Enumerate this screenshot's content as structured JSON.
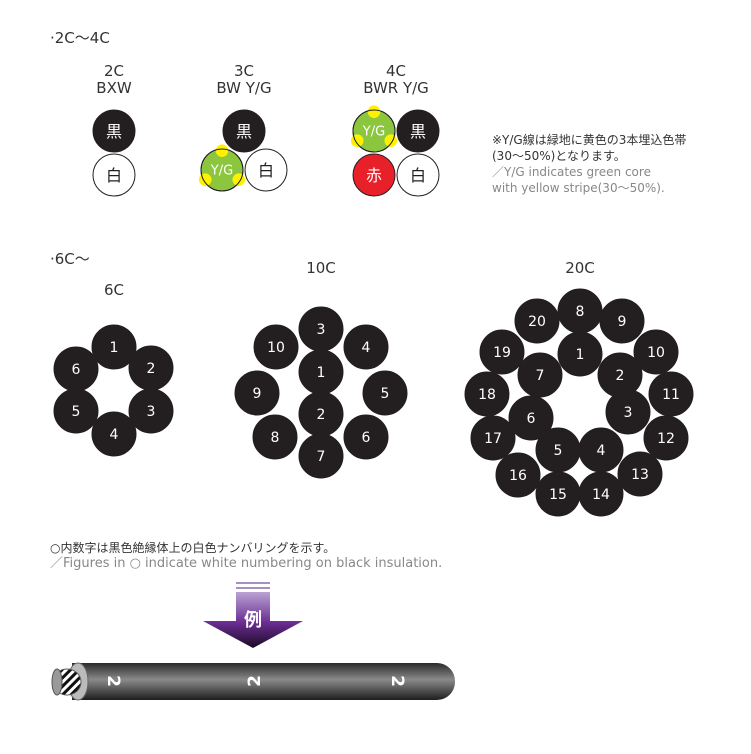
{
  "sections": {
    "small": "·2C〜4C",
    "multi": "·6C〜"
  },
  "small_cables": [
    {
      "name": "2C",
      "code": "BXW",
      "cores": [
        {
          "label": "黒",
          "color": "#231f20"
        },
        {
          "label": "白",
          "color": "#ffffff"
        }
      ]
    },
    {
      "name": "3C",
      "code": "BW Y/G",
      "cores": [
        {
          "label": "黒",
          "color": "#231f20"
        },
        {
          "label": "Y/G",
          "color": "#8cc63f"
        },
        {
          "label": "白",
          "color": "#ffffff"
        }
      ]
    },
    {
      "name": "4C",
      "code": "BWR Y/G",
      "cores": [
        {
          "label": "Y/G",
          "color": "#8cc63f"
        },
        {
          "label": "黒",
          "color": "#231f20"
        },
        {
          "label": "赤",
          "color": "#e8202a"
        },
        {
          "label": "白",
          "color": "#ffffff"
        }
      ]
    }
  ],
  "yg_note": {
    "jp_line1": "※Y/G線は緑地に黄色の3本埋込色帯",
    "jp_line2": "(30〜50%)となります。",
    "en_line1": "／Y/G indicates green core",
    "en_line2": "with yellow stripe(30〜50%)."
  },
  "multi_cables": [
    {
      "name": "6C",
      "cores": [
        "1",
        "2",
        "3",
        "4",
        "5",
        "6"
      ]
    },
    {
      "name": "10C",
      "cores": [
        "3",
        "4",
        "5",
        "6",
        "7",
        "8",
        "9",
        "10",
        "1",
        "2"
      ]
    },
    {
      "name": "20C",
      "cores": [
        "8",
        "9",
        "10",
        "11",
        "12",
        "13",
        "14",
        "15",
        "16",
        "17",
        "18",
        "19",
        "20",
        "1",
        "2",
        "3",
        "4",
        "5",
        "6",
        "7"
      ]
    }
  ],
  "numbering_note": {
    "jp": "○内数字は黒色絶縁体上の白色ナンバリングを示す。",
    "en": "／Figures in ○ indicate white numbering on black insulation."
  },
  "example": {
    "label": "例",
    "marking": "2",
    "arrow_color": "#6a2c91"
  },
  "colors": {
    "core_black": "#231f20",
    "stripe_yellow": "#fff200"
  }
}
